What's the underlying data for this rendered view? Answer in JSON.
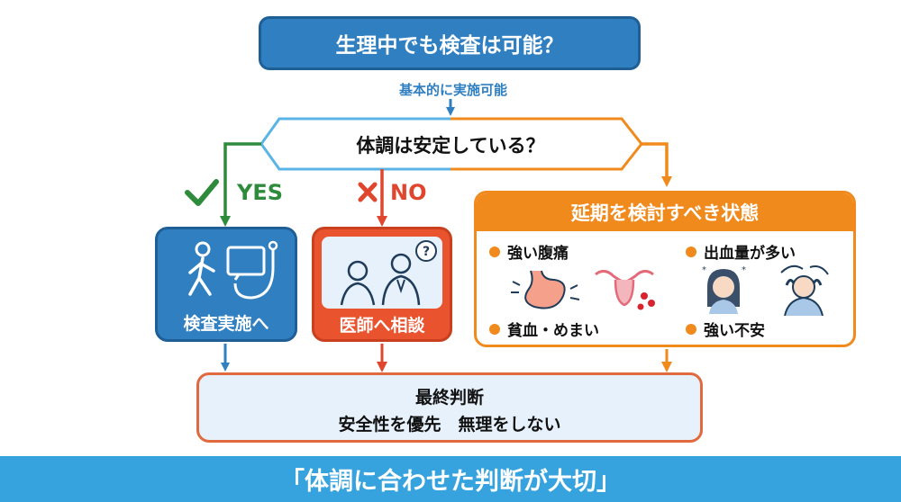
{
  "diagram": {
    "title": "生理中でも検査は可能？",
    "sub_label": "基本的に実施可能",
    "question": "体調は安定している？",
    "yes_label": "YES",
    "no_label": "NO",
    "exam_card": {
      "label": "検査実施へ"
    },
    "doctor_card": {
      "label": "医師へ相談",
      "bubble": "?"
    },
    "postpone": {
      "title": "延期を検討すべき状態",
      "items": [
        "強い腹痛",
        "出血量が多い",
        "貧血・めまい",
        "強い不安"
      ]
    },
    "final": {
      "title": "最終判断",
      "text": "安全性を優先　無理をしない"
    },
    "footer": "「体調に合わせた判断が大切」"
  },
  "colors": {
    "blue": "#2f7fc1",
    "green": "#2e8b3b",
    "red": "#e0462d",
    "orange": "#f08a1c",
    "light_blue": "#e6f1fb",
    "footer": "#36a3de"
  }
}
